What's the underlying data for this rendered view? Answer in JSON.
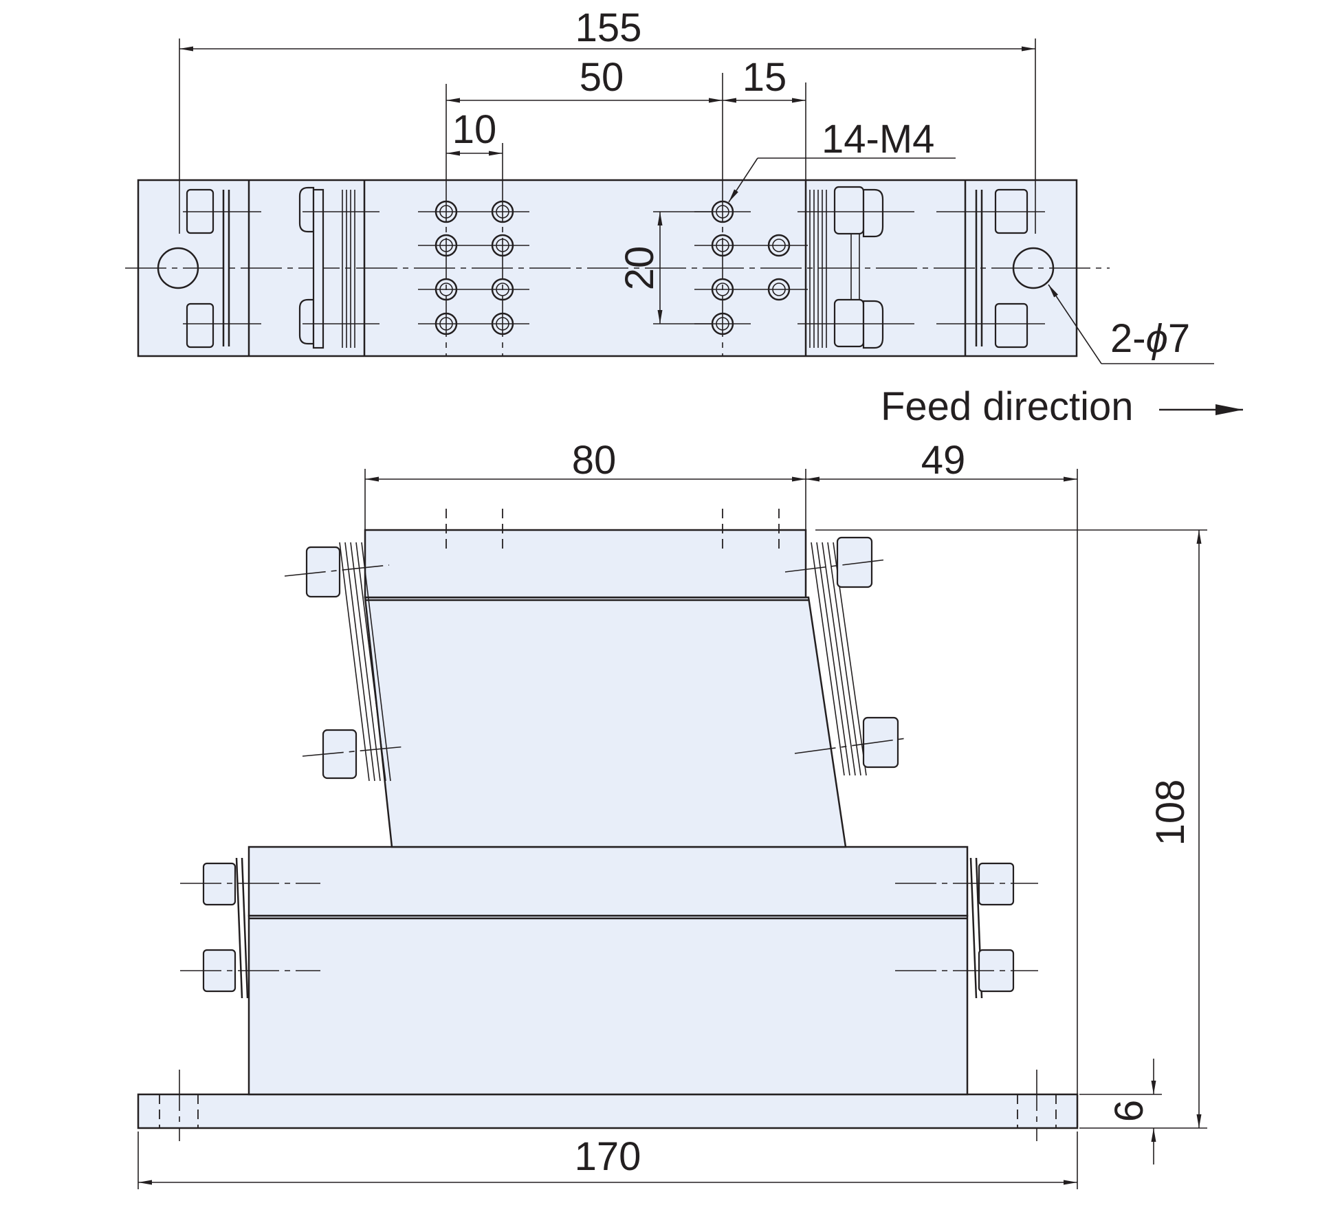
{
  "dimensions": {
    "top_overall": "155",
    "top_hole_span": "50",
    "top_small_pitch": "10",
    "top_offset": "15",
    "top_vertical_pitch": "20",
    "front_top_width": "80",
    "front_offset": "49",
    "front_height": "108",
    "base_thickness": "6",
    "base_length": "170"
  },
  "callouts": {
    "tapped_holes": "14-M4",
    "through_holes": "2-",
    "through_holes_dia_symbol": "ϕ",
    "through_holes_dia": "7"
  },
  "feed": {
    "label": "Feed direction"
  },
  "colors": {
    "body_fill": "#e8eef9",
    "line": "#231f20"
  }
}
